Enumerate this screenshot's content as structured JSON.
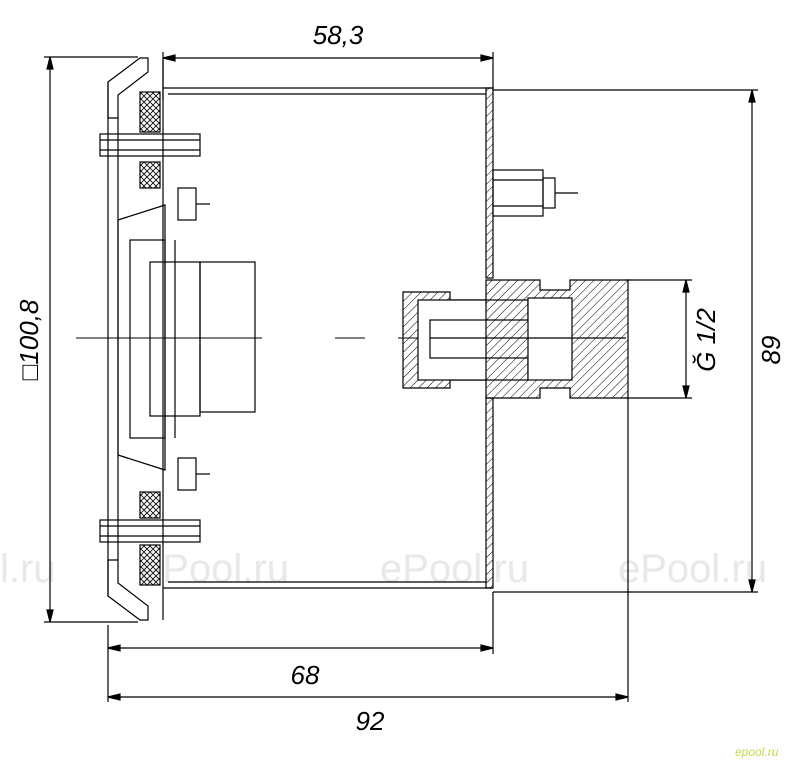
{
  "dimensions": {
    "top_width": "58,3",
    "height_square": "□100,8",
    "height_right": "89",
    "thread": "Ğ 1/2",
    "bottom_inner": "68",
    "bottom_total": "92"
  },
  "watermarks": [
    "l.ru",
    "ePool.ru",
    "ePool.ru",
    "ePool.ru"
  ],
  "logo": "epool.ru",
  "colors": {
    "line": "#000000",
    "watermark": "#e8e8e8",
    "logo": "#c8d84a"
  }
}
